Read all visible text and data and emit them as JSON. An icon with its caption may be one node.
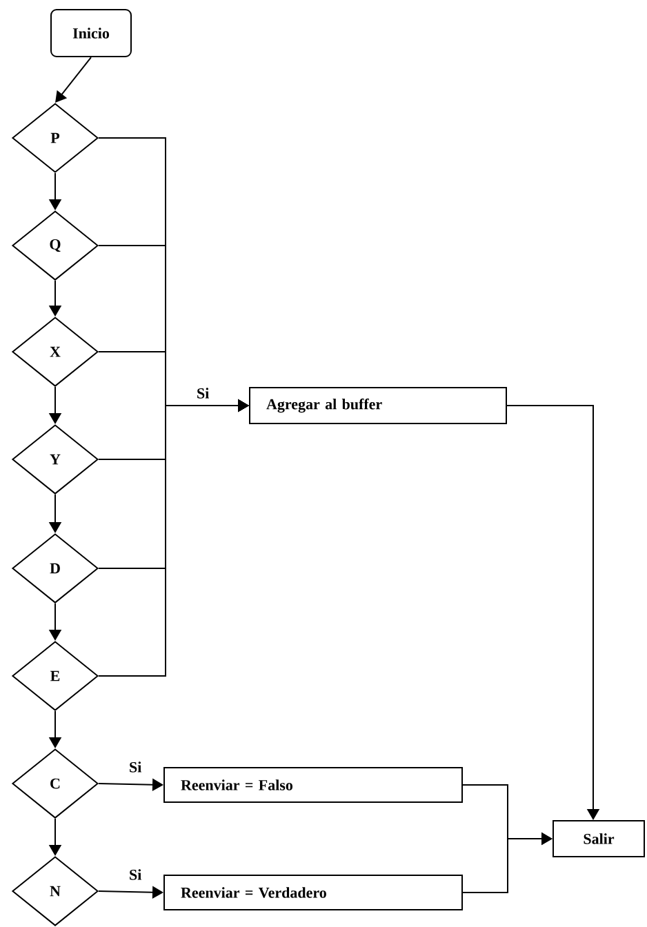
{
  "diagram": {
    "nodes": [
      {
        "text": [
          "Inicio"
        ]
      },
      {
        "text": [
          "P"
        ]
      },
      {
        "text": [
          "Q"
        ]
      },
      {
        "text": [
          "X"
        ]
      },
      {
        "text": [
          "Y"
        ]
      },
      {
        "text": [
          "D"
        ]
      },
      {
        "text": [
          "E"
        ]
      },
      {
        "text": [
          "C"
        ]
      },
      {
        "text": [
          "N"
        ]
      },
      {
        "text": [
          "Agregar al buffer"
        ]
      },
      {
        "text": [
          "Reenviar = Falso"
        ]
      },
      {
        "text": [
          "Reenviar = Verdadero"
        ]
      },
      {
        "text": [
          "Salir"
        ]
      }
    ],
    "edges": [
      {
        "from": 0,
        "to": 1,
        "arrow": "to"
      },
      {
        "from": 1,
        "to": 2,
        "arrow": "to"
      },
      {
        "from": 2,
        "to": 3,
        "arrow": "to"
      },
      {
        "from": 3,
        "to": 4,
        "arrow": "to"
      },
      {
        "from": 4,
        "to": 5,
        "arrow": "to"
      },
      {
        "from": 5,
        "to": 6,
        "arrow": "to"
      },
      {
        "from": 6,
        "to": 7,
        "arrow": "to"
      },
      {
        "from": 7,
        "to": 8,
        "arrow": "to"
      },
      {
        "from": 1,
        "to": 9,
        "arrow": "to"
      },
      {
        "from": 2,
        "to": 9,
        "arrow": "to"
      },
      {
        "from": 3,
        "to": 9,
        "arrow": "to",
        "label": "Si"
      },
      {
        "from": 4,
        "to": 9,
        "arrow": "to"
      },
      {
        "from": 5,
        "to": 9,
        "arrow": "to"
      },
      {
        "from": 6,
        "to": 9,
        "arrow": "to"
      },
      {
        "from": 7,
        "to": 10,
        "arrow": "to",
        "label": "Si"
      },
      {
        "from": 8,
        "to": 11,
        "arrow": "to",
        "label": "Si"
      },
      {
        "from": 9,
        "to": 12,
        "arrow": "to"
      },
      {
        "from": 10,
        "to": 12,
        "arrow": "to"
      },
      {
        "from": 11,
        "to": 12,
        "arrow": "to"
      }
    ]
  }
}
